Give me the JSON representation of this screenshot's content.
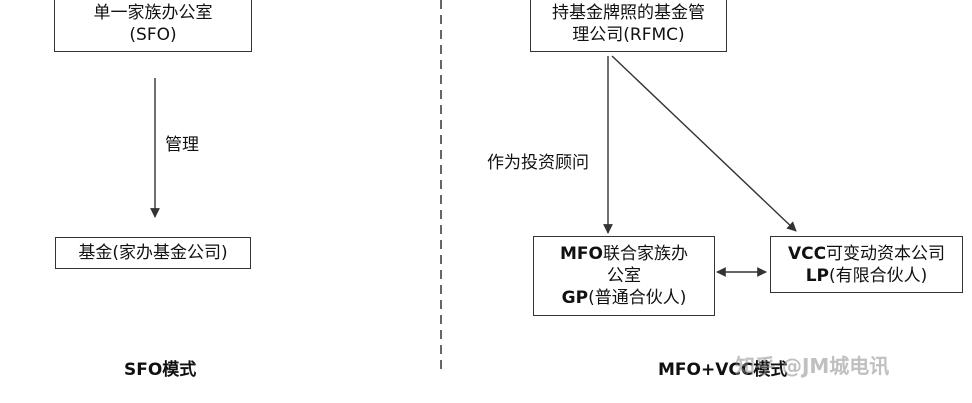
{
  "left": {
    "sfo_box": {
      "line1": "单一家族办公室",
      "line2": "(SFO)"
    },
    "manage_label": "管理",
    "fund_box": {
      "text": "基金(家办基金公司)"
    },
    "title": "SFO模式"
  },
  "right": {
    "rfmc_box": {
      "line1": "持基金牌照的基金管",
      "line2": "理公司(RFMC)"
    },
    "advisor_label": "作为投资顾问",
    "mfo_box": {
      "line1_bold": "MFO",
      "line1_rest": "联合家族办",
      "line2": "公室",
      "line3_bold": "GP",
      "line3_rest": "(普通合伙人)"
    },
    "vcc_box": {
      "line1_bold": "VCC",
      "line1_rest": "可变动资本公司",
      "line2_bold": "LP",
      "line2_rest": "(有限合伙人)"
    },
    "title": "MFO+VCC模式"
  },
  "watermark": "知乎 @JM城电讯",
  "colors": {
    "line": "#333333",
    "divider": "#333333"
  }
}
